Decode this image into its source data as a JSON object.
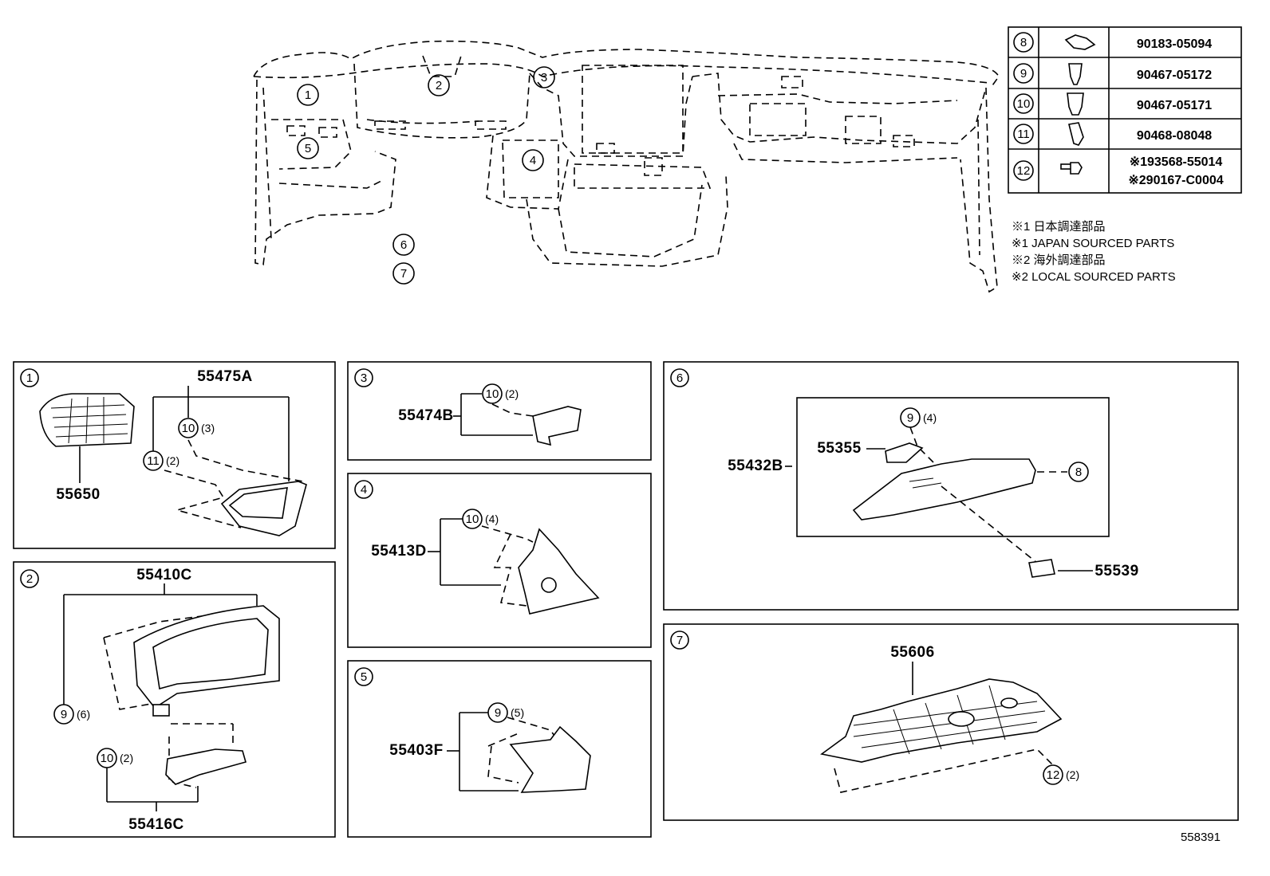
{
  "fastener_table": [
    {
      "ref": "8",
      "part": "90183-05094"
    },
    {
      "ref": "9",
      "part": "90467-05172"
    },
    {
      "ref": "10",
      "part": "90467-05171"
    },
    {
      "ref": "11",
      "part": "90468-08048"
    },
    {
      "ref": "12",
      "part_lines": [
        "※193568-55014",
        "※290167-C0004"
      ]
    }
  ],
  "notes": [
    "※1 日本調達部品",
    "※1 JAPAN SOURCED PARTS",
    "※2 海外調達部品",
    "※2 LOCAL SOURCED PARTS"
  ],
  "main_refs": [
    "1",
    "2",
    "3",
    "4",
    "5",
    "6",
    "7"
  ],
  "panels": {
    "p1": {
      "ref": "1",
      "parts": [
        "55475A",
        "55650"
      ],
      "callouts": [
        {
          "ref": "10",
          "qty": "(3)"
        },
        {
          "ref": "11",
          "qty": "(2)"
        }
      ]
    },
    "p2": {
      "ref": "2",
      "parts": [
        "55410C",
        "55416C"
      ],
      "callouts": [
        {
          "ref": "9",
          "qty": "(6)"
        },
        {
          "ref": "10",
          "qty": "(2)"
        }
      ]
    },
    "p3": {
      "ref": "3",
      "parts": [
        "55474B"
      ],
      "callouts": [
        {
          "ref": "10",
          "qty": "(2)"
        }
      ]
    },
    "p4": {
      "ref": "4",
      "parts": [
        "55413D"
      ],
      "callouts": [
        {
          "ref": "10",
          "qty": "(4)"
        }
      ]
    },
    "p5": {
      "ref": "5",
      "parts": [
        "55403F"
      ],
      "callouts": [
        {
          "ref": "9",
          "qty": "(5)"
        }
      ]
    },
    "p6": {
      "ref": "6",
      "parts": [
        "55432B",
        "55355",
        "55539"
      ],
      "callouts": [
        {
          "ref": "9",
          "qty": "(4)"
        },
        {
          "ref": "8",
          "qty": ""
        }
      ]
    },
    "p7": {
      "ref": "7",
      "parts": [
        "55606"
      ],
      "callouts": [
        {
          "ref": "12",
          "qty": "(2)"
        }
      ]
    }
  },
  "diagram_id": "558391"
}
